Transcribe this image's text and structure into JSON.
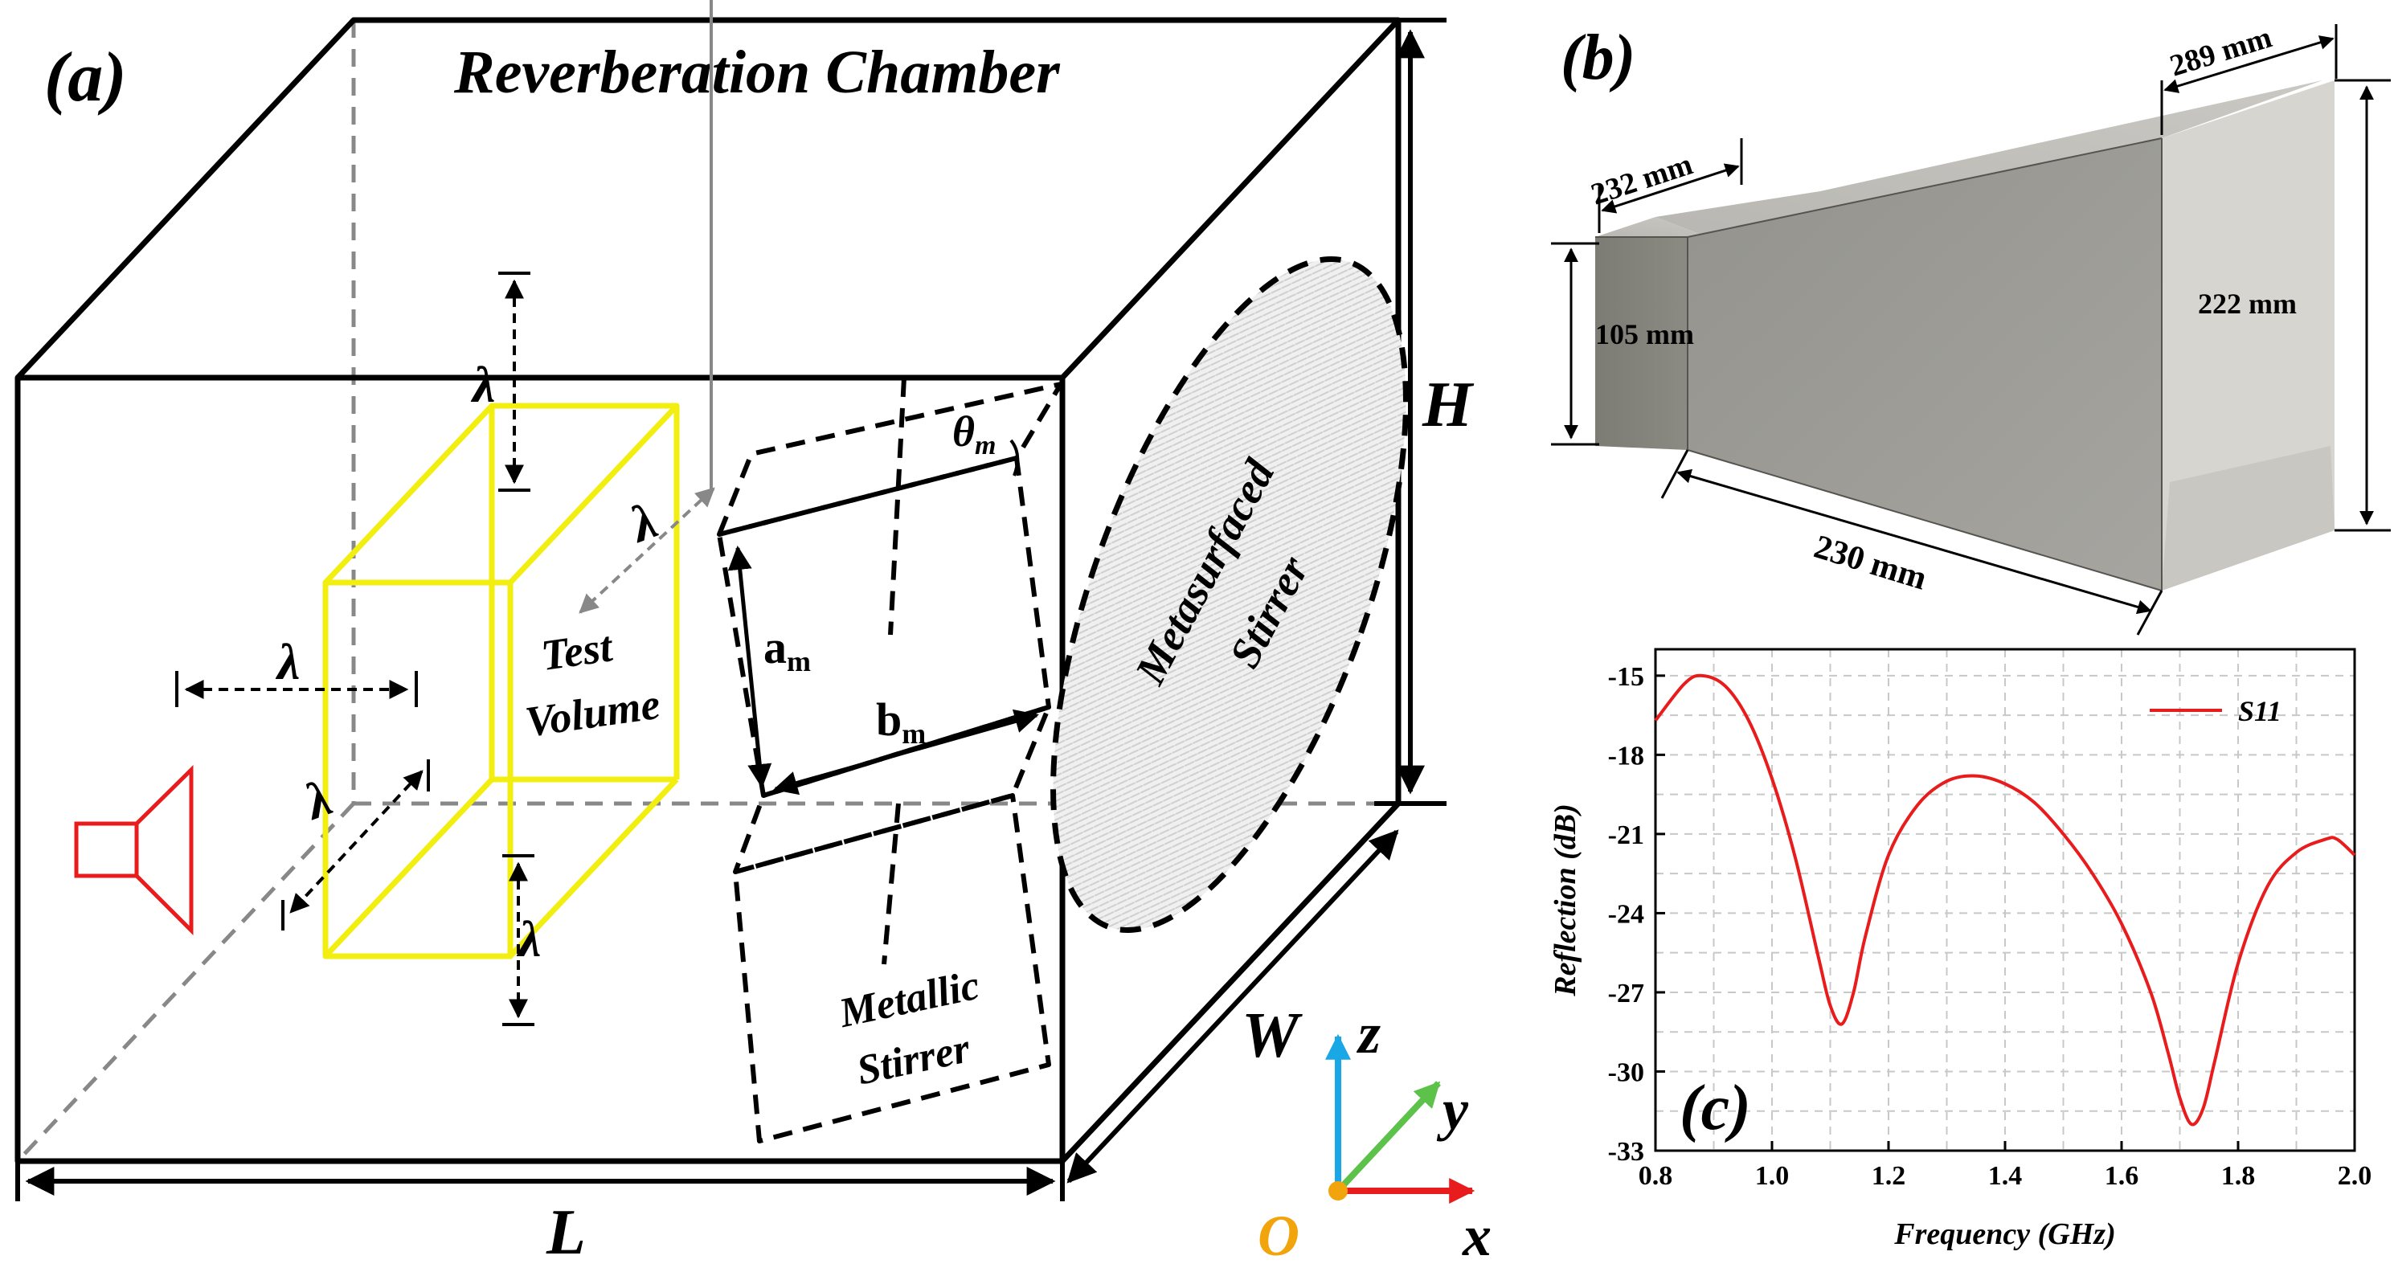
{
  "panel_a": {
    "label": "(a)",
    "title": "Reverberation Chamber",
    "dim_H": "H",
    "dim_W": "W",
    "dim_L": "L",
    "lambda": "λ",
    "test_volume_line1": "Test",
    "test_volume_line2": "Volume",
    "am_base": "a",
    "am_sub": "m",
    "bm_base": "b",
    "bm_sub": "m",
    "theta_base": "θ",
    "theta_sub": "m",
    "meta_line1": "Metasurfaced",
    "meta_line2": "Stirrer",
    "metal_line1": "Metallic",
    "metal_line2": "Stirrer",
    "axis_z": "z",
    "axis_y": "y",
    "axis_x": "x",
    "origin": "O",
    "colors": {
      "test_volume": "#f2ee10",
      "antenna": "#e81c1c",
      "axis_z": "#1aa7e6",
      "axis_y": "#5cc24a",
      "axis_x": "#e81c1c",
      "origin": "#f2a40c"
    }
  },
  "panel_b": {
    "label": "(b)",
    "dims": {
      "top_length": "289 mm",
      "aperture_width": "232 mm",
      "aperture_height": "105 mm",
      "mouth_height": "222 mm",
      "horn_length": "230 mm"
    }
  },
  "panel_c": {
    "label": "(c)",
    "chart_data": {
      "type": "line",
      "xlabel": "Frequency (GHz)",
      "ylabel": "Reflection (dB)",
      "xlim": [
        0.8,
        2.0
      ],
      "ylim": [
        -33,
        -14
      ],
      "xticks": [
        "0.8",
        "1.0",
        "1.2",
        "1.4",
        "1.6",
        "1.8",
        "2.0"
      ],
      "yticks": [
        "-15",
        "-18",
        "-21",
        "-24",
        "-27",
        "-30",
        "-33"
      ],
      "grid": true,
      "legend": "top-right",
      "series": [
        {
          "name": "S11",
          "color": "#e81c1c",
          "x": [
            0.8,
            0.85,
            0.88,
            0.92,
            0.96,
            1.0,
            1.04,
            1.08,
            1.1,
            1.12,
            1.14,
            1.16,
            1.2,
            1.25,
            1.3,
            1.35,
            1.4,
            1.45,
            1.5,
            1.55,
            1.6,
            1.65,
            1.68,
            1.7,
            1.72,
            1.74,
            1.76,
            1.8,
            1.85,
            1.9,
            1.95,
            1.97,
            2.0
          ],
          "y": [
            -16.7,
            -15.3,
            -15.0,
            -15.4,
            -16.7,
            -18.9,
            -21.9,
            -25.7,
            -27.5,
            -28.2,
            -27.0,
            -24.9,
            -21.8,
            -19.9,
            -19.0,
            -18.8,
            -19.1,
            -19.8,
            -21.0,
            -22.5,
            -24.4,
            -27.0,
            -29.3,
            -31.0,
            -32.0,
            -31.4,
            -29.6,
            -25.9,
            -23.0,
            -21.7,
            -21.2,
            -21.2,
            -21.8
          ]
        }
      ]
    }
  }
}
